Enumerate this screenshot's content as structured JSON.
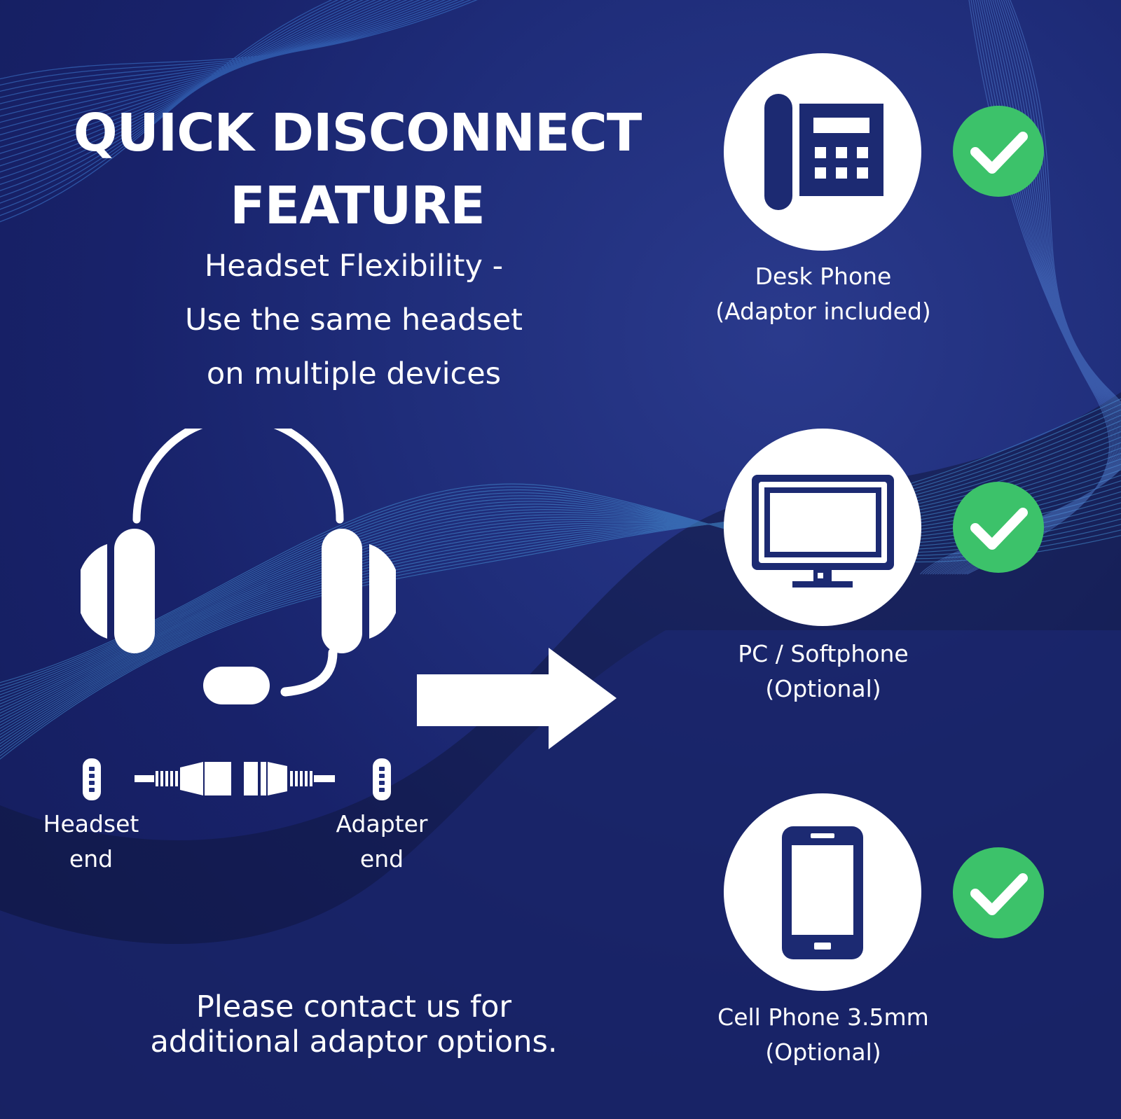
{
  "title": {
    "line1": "QUICK DISCONNECT",
    "line2": "FEATURE"
  },
  "subtitle": {
    "line1": "Headset Flexibility -",
    "line2": "Use the same headset",
    "line3": "on multiple devices"
  },
  "connector": {
    "headset_end": {
      "line1": "Headset",
      "line2": "end"
    },
    "adapter_end": {
      "line1": "Adapter",
      "line2": "end"
    }
  },
  "devices": [
    {
      "icon": "desk-phone-icon",
      "line1": "Desk Phone",
      "line2": "(Adaptor included)",
      "supported": true
    },
    {
      "icon": "monitor-icon",
      "line1": "PC / Softphone",
      "line2": "(Optional)",
      "supported": true
    },
    {
      "icon": "smartphone-icon",
      "line1": "Cell Phone 3.5mm",
      "line2": "(Optional)",
      "supported": true
    }
  ],
  "note": {
    "line1": "Please contact us for",
    "line2": "additional adaptor options."
  },
  "colors": {
    "background": "#1f2d7a",
    "icon_fill": "#1c2a72",
    "check": "#3cc26a",
    "text": "#ffffff"
  }
}
